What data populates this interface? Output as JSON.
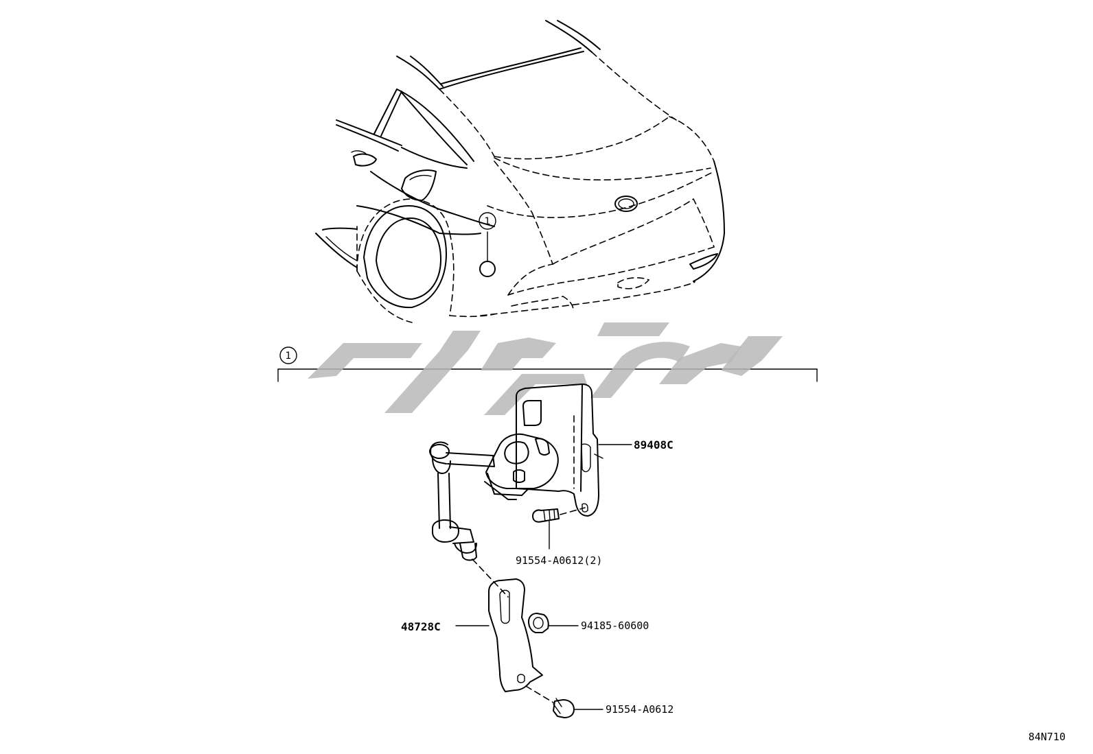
{
  "diagram": {
    "callout_number": "1",
    "parts": [
      {
        "id": "89408C",
        "label": "89408C"
      },
      {
        "id": "91554-A0612-2",
        "label": "91554-A0612(2)"
      },
      {
        "id": "48728C",
        "label": "48728C"
      },
      {
        "id": "94185-60600",
        "label": "94185-60600"
      },
      {
        "id": "91554-A0612",
        "label": "91554-A0612"
      }
    ],
    "diagram_code": "84N710"
  },
  "colors": {
    "line": "#000000",
    "watermark": "#b9b9b9",
    "background": "#ffffff"
  }
}
